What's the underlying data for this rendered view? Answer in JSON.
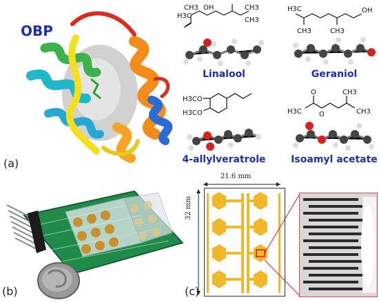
{
  "panel_labels": {
    "a": "(a)",
    "b": "(b)",
    "c": "(c)"
  },
  "protein": {
    "label": "OBP"
  },
  "molecules": [
    {
      "name": "Linalool",
      "formula_text": [
        "H3C",
        "CH3",
        "OH",
        "CH3",
        "CH3"
      ]
    },
    {
      "name": "Geraniol",
      "formula_text": [
        "H3C",
        "CH3",
        "CH3",
        "OH"
      ]
    },
    {
      "name": "4-allylveratrole",
      "formula_text": [
        "H3CO",
        "H3CO"
      ]
    },
    {
      "name": "Isoamyl acetate",
      "formula_text": [
        "O",
        "H3C",
        "O",
        "CH3",
        "CH3"
      ]
    }
  ],
  "schematic": {
    "width_label": "21.6 mm",
    "height_label": "32 mm"
  },
  "colors": {
    "label_blue": "#1b2fb0",
    "electrode_gold": "#f2b82b",
    "pcb_green": "#1f8a4a"
  }
}
